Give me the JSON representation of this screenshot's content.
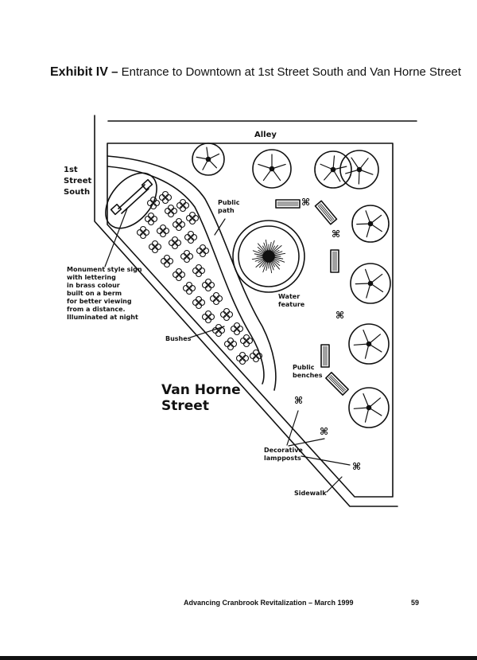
{
  "title": {
    "exhibit": "Exhibit IV",
    "separator": "–",
    "subtitle": "Entrance to Downtown at 1st Street South and Van Horne Street"
  },
  "plan": {
    "streets": {
      "alley": "Alley",
      "first_street": [
        "1st",
        "Street",
        "South"
      ],
      "van_horne": [
        "Van Horne",
        "Street"
      ]
    },
    "labels": {
      "monument": [
        "Monument style sign",
        "with lettering",
        "in brass colour",
        "built on a berm",
        "for better viewing",
        "from a distance.",
        "Illuminated at night"
      ],
      "public_path": [
        "Public",
        "path"
      ],
      "water_feature": [
        "Water",
        "feature"
      ],
      "bushes": "Bushes",
      "public_benches": [
        "Public",
        "benches"
      ],
      "lampposts": [
        "Decorative",
        "lampposts"
      ],
      "sidewalk": "Sidewalk"
    },
    "lamppost_glyph": "⌘"
  },
  "footer": {
    "text": "Advancing Cranbrook Revitalization – March 1999",
    "page_number": "59"
  }
}
